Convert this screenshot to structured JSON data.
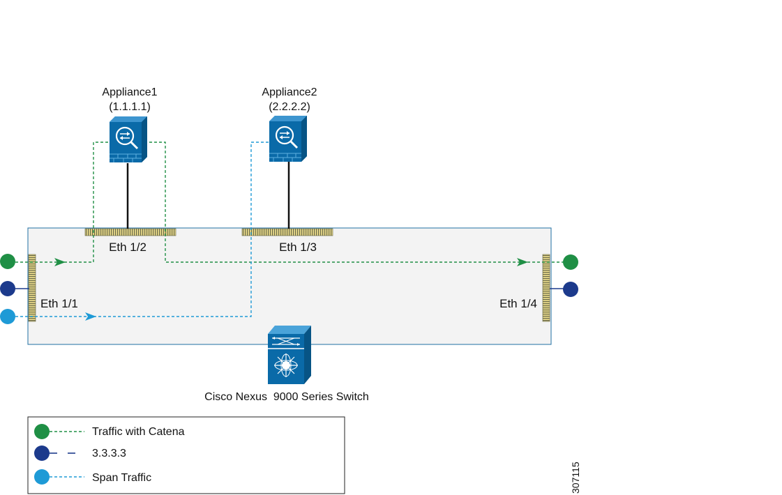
{
  "appliances": [
    {
      "name": "Appliance1",
      "ip": "(1.1.1.1)"
    },
    {
      "name": "Appliance2",
      "ip": "(2.2.2.2)"
    }
  ],
  "ports": {
    "eth12": "Eth 1/2",
    "eth13": "Eth 1/3",
    "eth11": "Eth 1/1",
    "eth14": "Eth 1/4"
  },
  "switch_label": "Cisco Nexus  9000 Series Switch",
  "legend": [
    {
      "label": "Traffic with Catena",
      "color": "#1f8f45",
      "icon": "green-circle"
    },
    {
      "label": "3.3.3.3",
      "color": "#1c3a8c",
      "icon": "navy-circle"
    },
    {
      "label": "Span Traffic",
      "color": "#1e9ad6",
      "icon": "cyan-circle"
    }
  ],
  "figure_id": "307115",
  "colors": {
    "green": "#1f8f45",
    "navy": "#1c3a8c",
    "cyan": "#1e9ad6",
    "device_blue": "#0a6aa8",
    "switch_fill": "#f3f3f3"
  }
}
